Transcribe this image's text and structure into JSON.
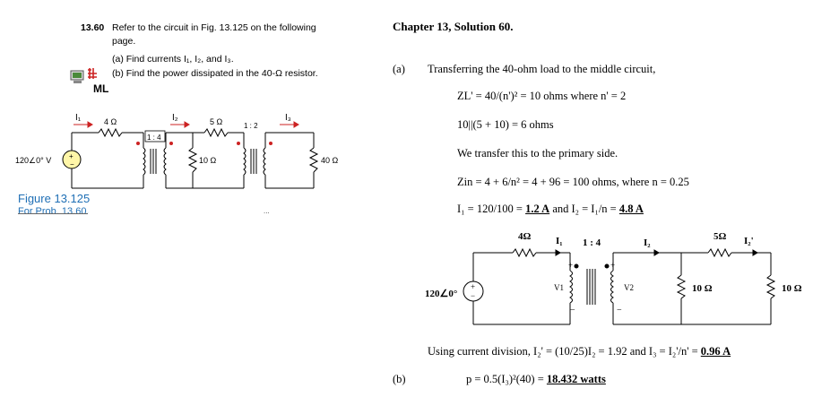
{
  "problem": {
    "number": "13.60",
    "text_line1": "Refer to the circuit in Fig. 13.125 on the following",
    "text_line2": "page.",
    "part_a": "(a) Find currents I₁, I₂, and I₃.",
    "part_b": "(b) Find the power dissipated in the 40-Ω resistor.",
    "badge": "ML"
  },
  "figure1": {
    "caption": "Figure 13.125",
    "subcaption": "For Prob. 13.60.",
    "labels": {
      "i1": "I₁",
      "i2": "I₂",
      "i3": "I₃",
      "r4": "4 Ω",
      "r5": "5 Ω",
      "r10": "10 Ω",
      "r40": "40 Ω",
      "ratio1": "1 : 4",
      "ratio2": "1 : 2",
      "source": "120∠0° V"
    }
  },
  "solution": {
    "heading": "Chapter 13, Solution 60.",
    "part_a_label": "(a)",
    "part_b_label": "(b)",
    "line1": "Transferring the 40-ohm load to the middle circuit,",
    "line2": "ZL' = 40/(n')² = 10 ohms where n' = 2",
    "line3": "10||(5 + 10) = 6 ohms",
    "line4": "We transfer this to the primary side.",
    "line5": "Zin = 4 + 6/n² = 4 + 96 = 100 ohms, where n = 0.25",
    "line6_pre": "I₁ = 120/100 = ",
    "line6_ans1": "1.2 A",
    "line6_mid": " and I₂ = I₁/n = ",
    "line6_ans2": "4.8 A",
    "line7_pre": "Using current division, I₂' = (10/25)I₂ = 1.92 and I₃ = I₂'/n' = ",
    "line7_ans": "0.96 A",
    "line8_pre": "p = 0.5(I₃)²(40) = ",
    "line8_ans": "18.432 watts"
  },
  "figure2": {
    "labels": {
      "r4": "4Ω",
      "i1": "I₁",
      "ratio": "1 : 4",
      "i2": "I₂",
      "r5": "5Ω",
      "i2p": "I₂'",
      "source": "120∠0°",
      "v1": "V1",
      "v2": "V2",
      "r10a": "10 Ω",
      "r10b": "10 Ω",
      "plus": "+",
      "minus": "−"
    }
  }
}
